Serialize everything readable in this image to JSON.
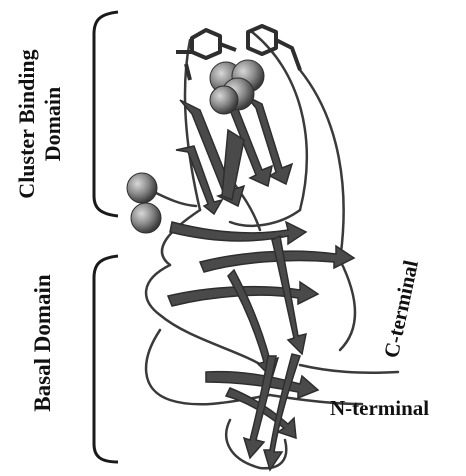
{
  "labels": {
    "cluster_binding_domain": "Cluster Binding",
    "cluster_binding_domain_line2": "Domain",
    "basal_domain": "Basal Domain",
    "c_terminal": "C-terminal",
    "n_terminal": "N-terminal"
  },
  "colors": {
    "ribbon": "#4a4a4a",
    "ribbon_dark": "#2e2e2e",
    "coil": "#3a3a3a",
    "sphere": "#8a8a8a",
    "bracket": "#1a1a1a",
    "text": "#111111"
  }
}
